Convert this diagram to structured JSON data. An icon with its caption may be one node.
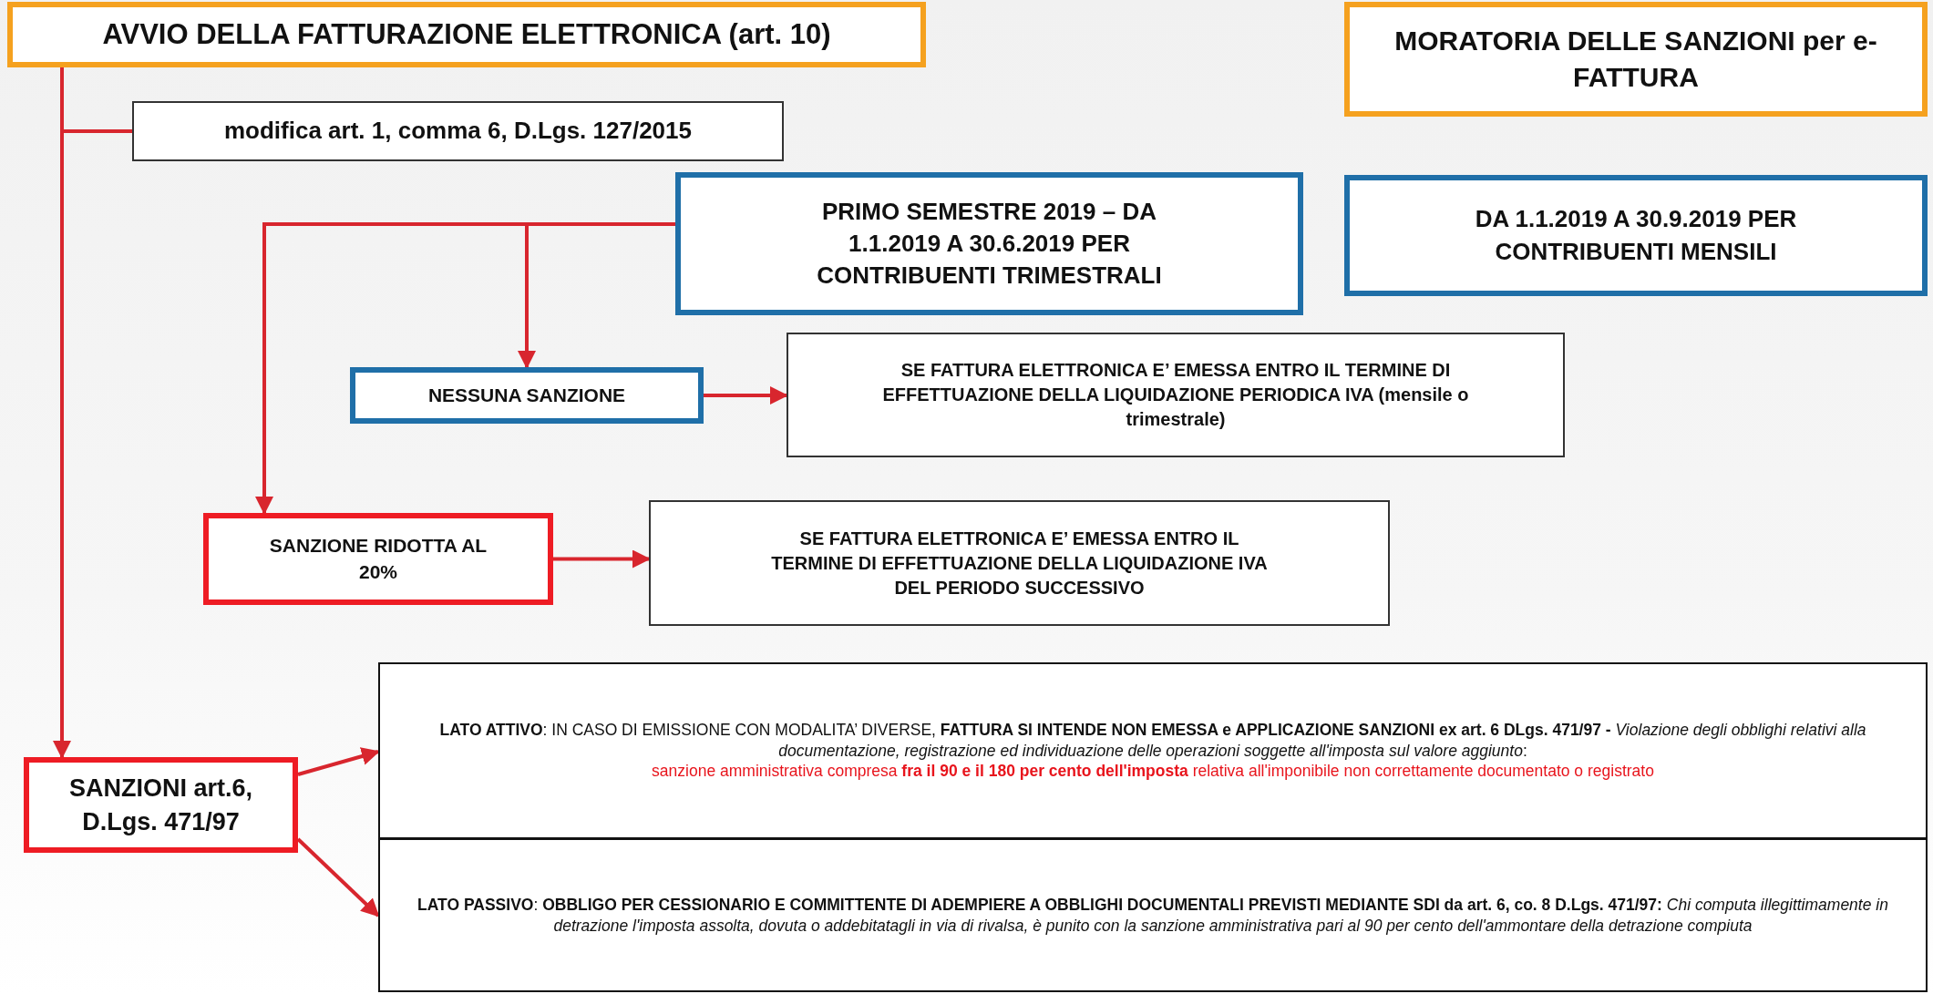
{
  "diagram": {
    "nodes": [
      {
        "text": [
          "AVVIO DELLA FATTURAZIONE ELETTRONICA (art. 10)"
        ]
      },
      {
        "text": [
          "modifica art. 1, comma 6, D.Lgs. 127/2015"
        ]
      },
      {
        "text": [
          "PRIMO SEMESTRE 2019 – DA 1.1.2019 A 30.6.2019 PER CONTRIBUENTI TRIMESTRALI"
        ]
      },
      {
        "text": [
          "MORATORIA DELLE SANZIONI per e-FATTURA"
        ]
      },
      {
        "text": [
          "DA 1.1.2019 A 30.9.2019 PER CONTRIBUENTI MENSILI"
        ]
      },
      {
        "text": [
          "NESSUNA SANZIONE"
        ]
      },
      {
        "text": [
          "SE FATTURA ELETTRONICA E’ EMESSA ENTRO IL TERMINE DI EFFETTUAZIONE DELLA LIQUIDAZIONE PERIODICA IVA (mensile o trimestrale)"
        ]
      },
      {
        "text": [
          "SANZIONE RIDOTTA AL 20%"
        ]
      },
      {
        "text": [
          "SE FATTURA ELETTRONICA E’ EMESSA ENTRO IL TERMINE DI EFFETTUAZIONE DELLA LIQUIDAZIONE IVA DEL PERIODO SUCCESSIVO"
        ]
      },
      {
        "text": [
          "SANZIONI art.6, D.Lgs. 471/97"
        ]
      },
      {
        "text": [
          "**LATO ATTIVO**: IN CASO DI EMISSIONE CON MODALITA’ DIVERSE, **FATTURA SI INTENDE NON EMESSA e APPLICAZIONE SANZIONI ex art. 6 DLgs. 471/97 -** *Violazione degli obblighi relativi alla documentazione, registrazione ed individuazione delle operazioni soggette all'imposta sul valore aggiunto*:",
          "sanzione amministrativa compresa **fra il 90  e il 180 per cento dell'imposta** relativa all'imponibile non correttamente documentato o registrato"
        ]
      },
      {
        "text": [
          "**LATO PASSIVO**: **OBBLIGO PER CESSIONARIO E COMMITTENTE DI ADEMPIERE A OBBLIGHI DOCUMENTALI PREVISTI MEDIANTE SDI da art. 6, co. 8 D.Lgs. 471/97:** *Chi computa illegittimamente in detrazione l'imposta assolta, dovuta o addebitatagli in via di rivalsa, è punito con la sanzione amministrativa pari al 90 per cento dell'ammontare della detrazione compiuta*"
        ]
      }
    ],
    "edges": [
      {
        "from": 0,
        "to": 1,
        "arrow": "none"
      },
      {
        "from": 0,
        "to": 9,
        "arrow": "to"
      },
      {
        "from": 2,
        "to": 5,
        "arrow": "to"
      },
      {
        "from": 2,
        "to": 7,
        "arrow": "to"
      },
      {
        "from": 5,
        "to": 6,
        "arrow": "to"
      },
      {
        "from": 7,
        "to": 8,
        "arrow": "to"
      },
      {
        "from": 9,
        "to": 10,
        "arrow": "to"
      },
      {
        "from": 9,
        "to": 11,
        "arrow": "to"
      }
    ]
  }
}
